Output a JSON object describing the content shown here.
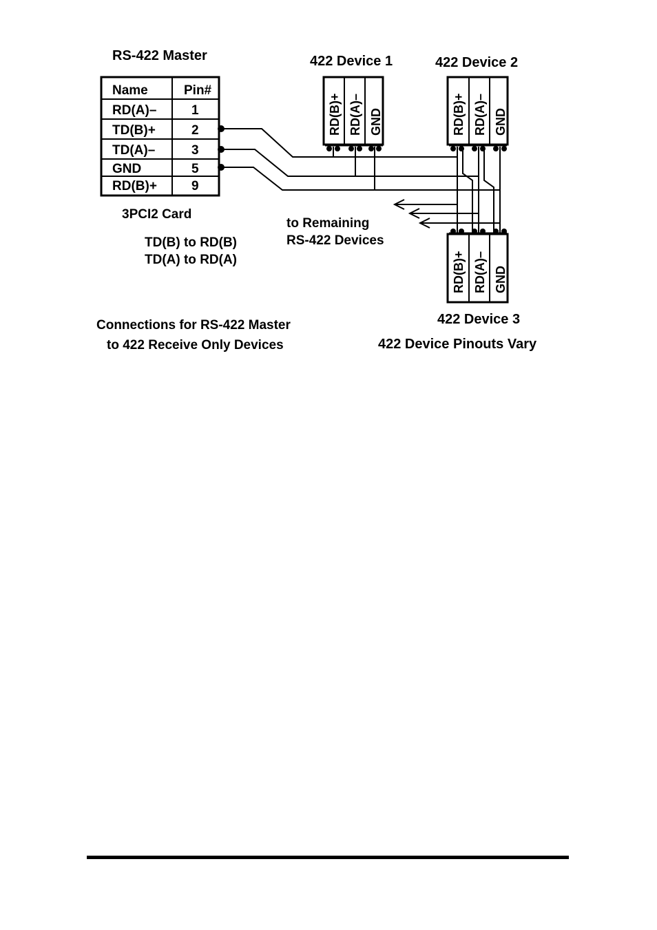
{
  "master": {
    "title": "RS-422 Master",
    "card": "3PCI2 Card",
    "headers": [
      "Name",
      "Pin#"
    ],
    "rows": [
      {
        "name": "RD(A)–",
        "pin": "1"
      },
      {
        "name": "TD(B)+",
        "pin": "2"
      },
      {
        "name": "TD(A)–",
        "pin": "3"
      },
      {
        "name": "GND",
        "pin": "5"
      },
      {
        "name": "RD(B)+",
        "pin": "9"
      }
    ]
  },
  "devices": [
    {
      "title": "422 Device 1",
      "pins": [
        "RD(B)+",
        "RD(A)–",
        "GND"
      ]
    },
    {
      "title": "422 Device 2",
      "pins": [
        "RD(B)+",
        "RD(A)–",
        "GND"
      ]
    },
    {
      "title": "422 Device 3",
      "pins": [
        "RD(B)+",
        "RD(A)–",
        "GND"
      ]
    }
  ],
  "notes": {
    "mapping1": "TD(B) to RD(B)",
    "mapping2": "TD(A) to RD(A)",
    "remaining1": "to Remaining",
    "remaining2": "RS-422 Devices",
    "caption1": "Connections for RS-422 Master",
    "caption2": "to 422 Receive Only Devices",
    "pinout_note": "422 Device Pinouts Vary"
  }
}
